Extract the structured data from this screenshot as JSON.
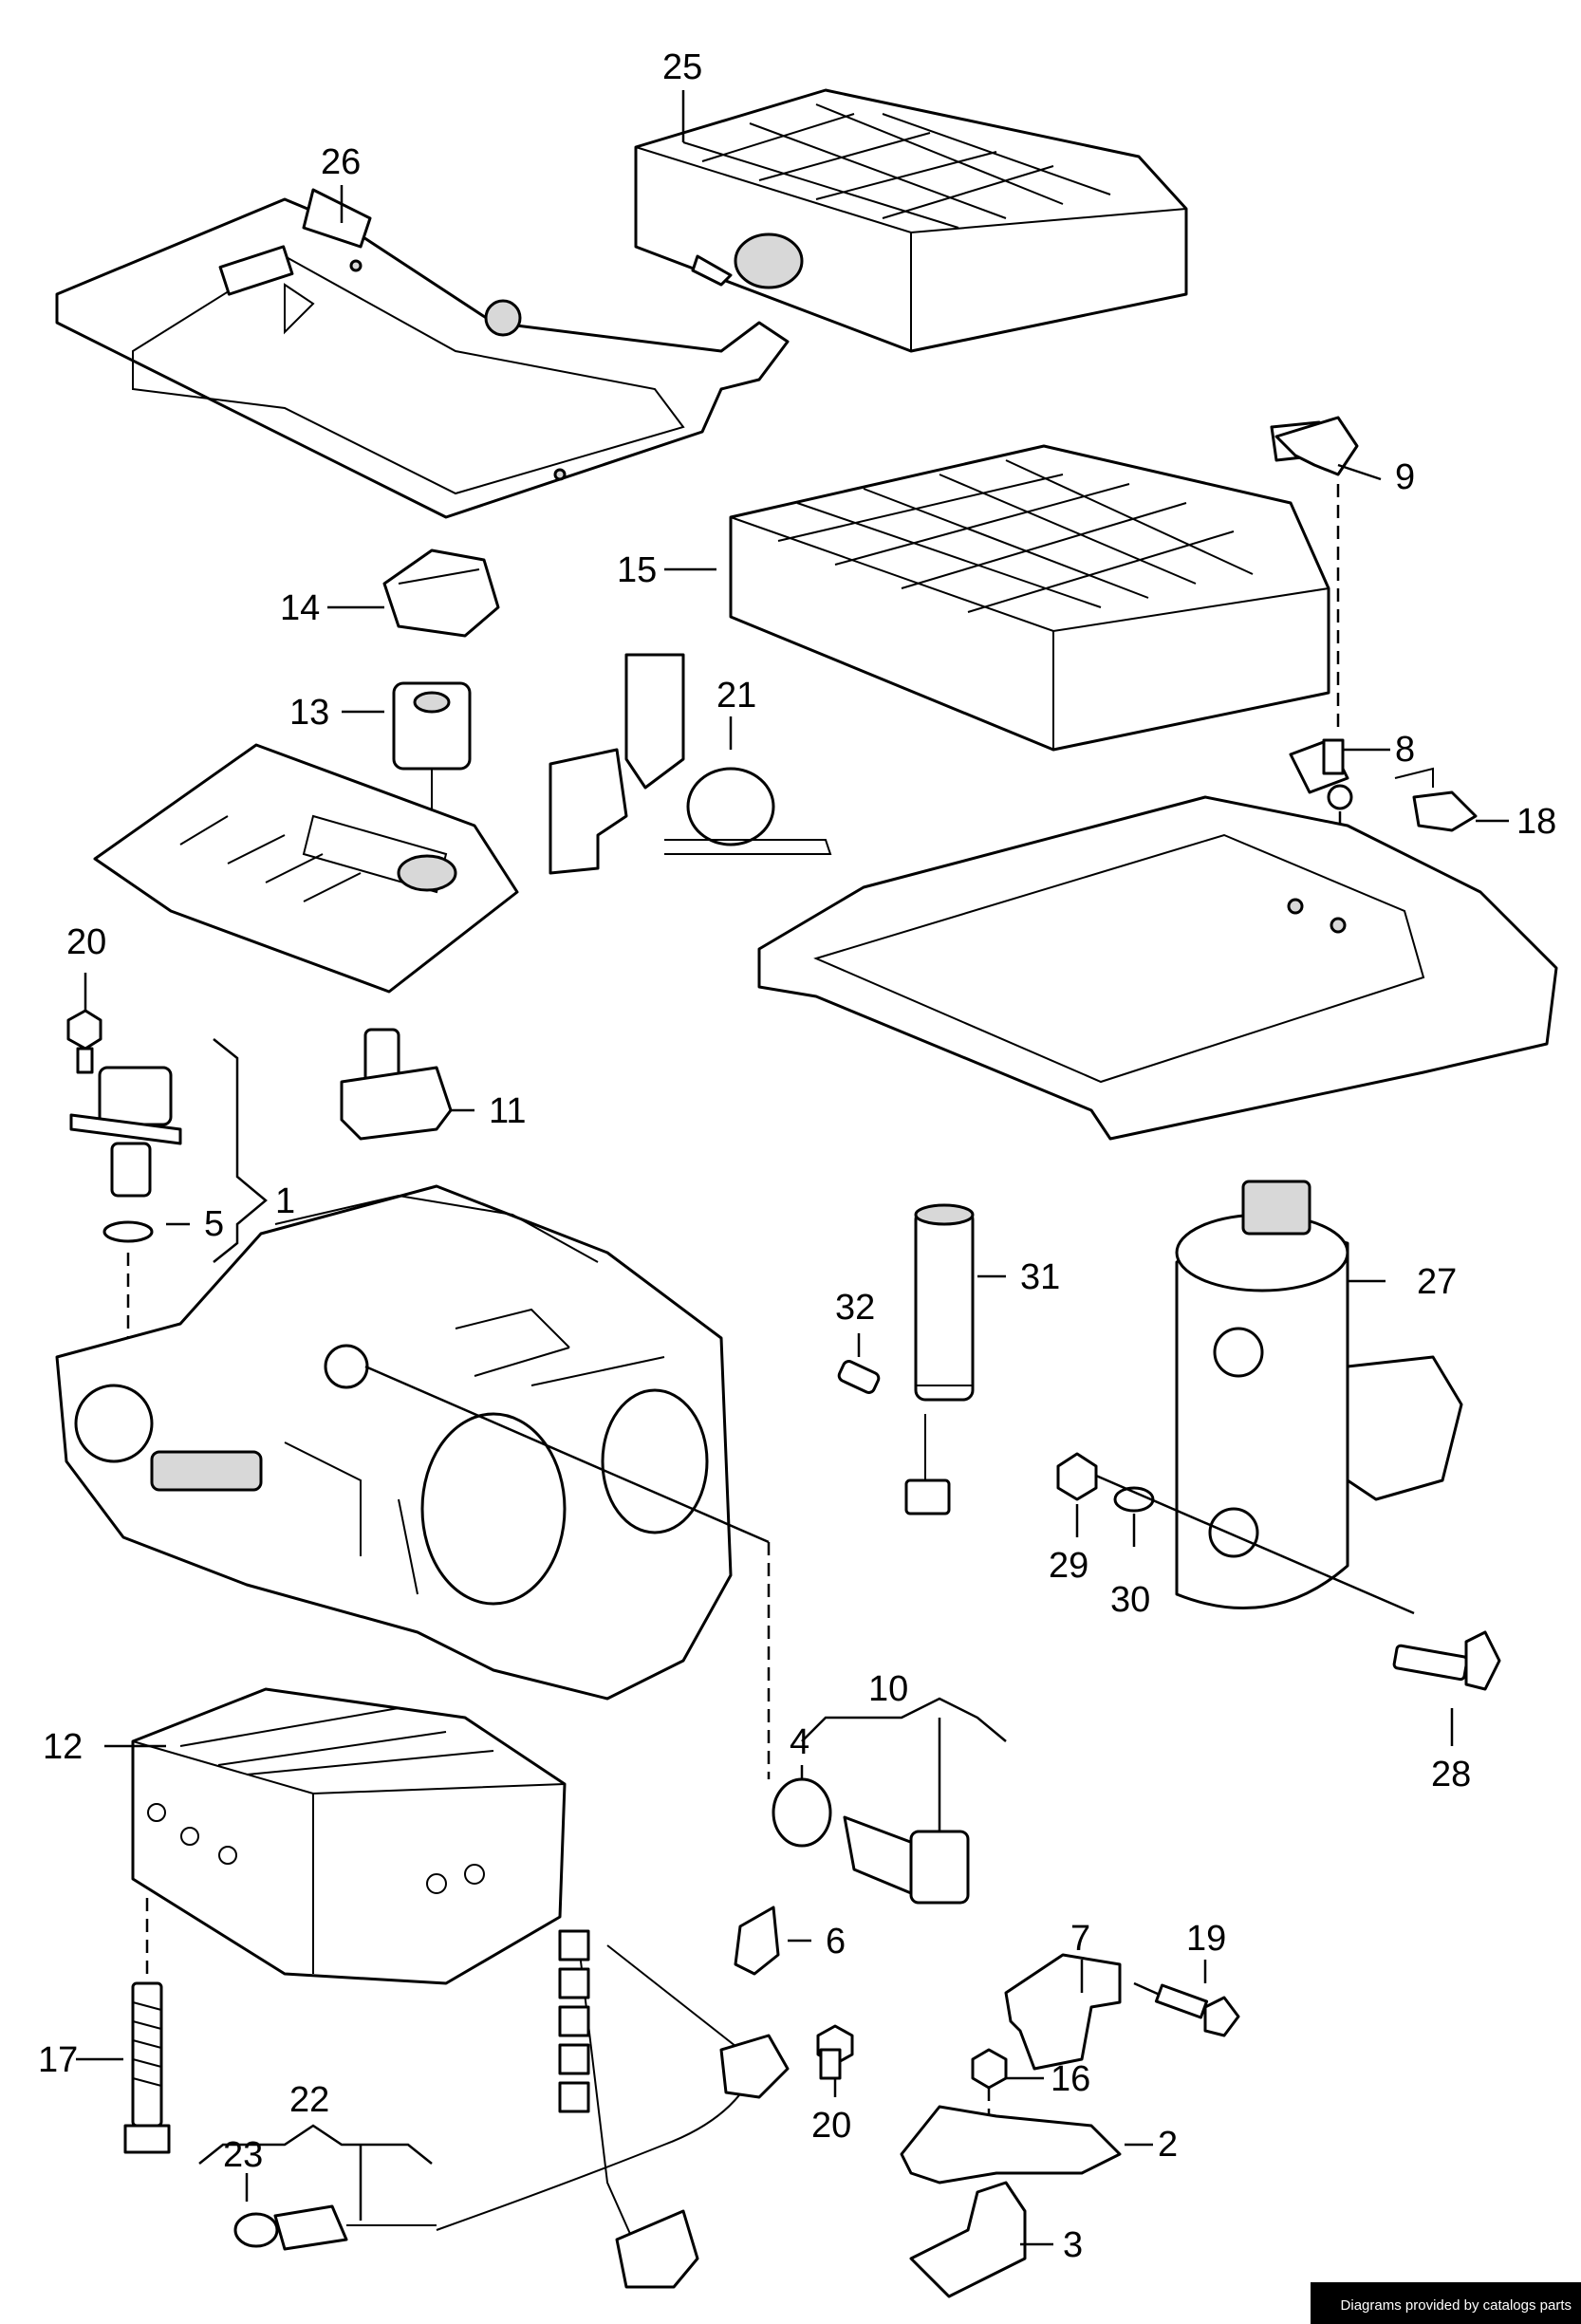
{
  "callouts": [
    "1",
    "2",
    "3",
    "4",
    "5",
    "6",
    "7",
    "8",
    "9",
    "10",
    "11",
    "12",
    "13",
    "14",
    "15",
    "16",
    "17",
    "18",
    "19",
    "20",
    "20",
    "21",
    "22",
    "23",
    "25",
    "26",
    "27",
    "28",
    "29",
    "30",
    "31",
    "32"
  ],
  "footer": {
    "credit": "Diagrams provided by catalogs parts"
  }
}
